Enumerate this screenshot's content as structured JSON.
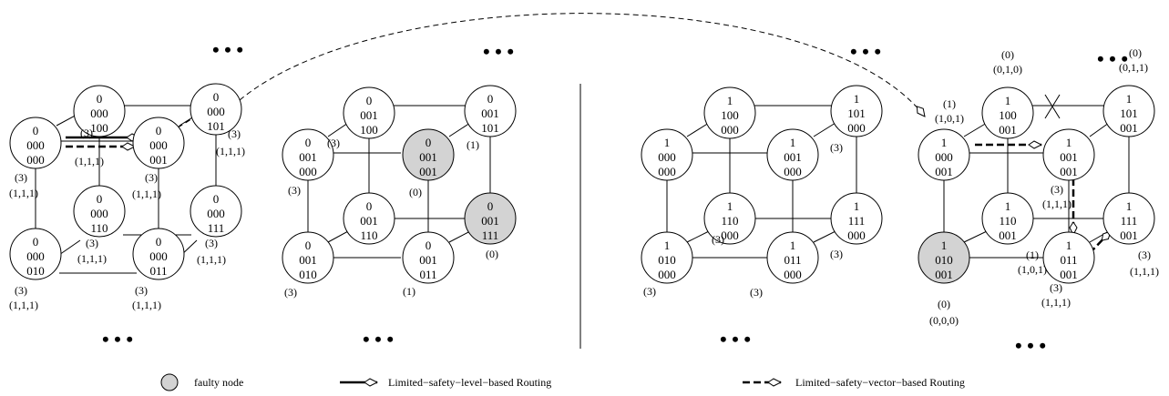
{
  "colors": {
    "faulty": "#d3d3d3",
    "normal": "#ffffff",
    "stroke": "#000000"
  },
  "cubes": [
    {
      "nodes": [
        {
          "id": "c1n100",
          "lines": [
            "0",
            "000",
            "100"
          ],
          "faulty": false
        },
        {
          "id": "c1n101",
          "lines": [
            "0",
            "000",
            "101"
          ],
          "faulty": false
        },
        {
          "id": "c1n000",
          "lines": [
            "0",
            "000",
            "000"
          ],
          "faulty": false
        },
        {
          "id": "c1n001",
          "lines": [
            "0",
            "000",
            "001"
          ],
          "faulty": false
        },
        {
          "id": "c1n110",
          "lines": [
            "0",
            "000",
            "110"
          ],
          "faulty": false
        },
        {
          "id": "c1n111",
          "lines": [
            "0",
            "000",
            "111"
          ],
          "faulty": false
        },
        {
          "id": "c1n010",
          "lines": [
            "0",
            "000",
            "010"
          ],
          "faulty": false
        },
        {
          "id": "c1n011",
          "lines": [
            "0",
            "000",
            "011"
          ],
          "faulty": false
        }
      ],
      "annotations": [
        "(3)",
        "(1,1,1)",
        "(3)",
        "(1,1,1)",
        "(3)",
        "(1,1,1)",
        "(3)",
        "(1,1,1)",
        "(3)",
        "(1,1,1)",
        "(3)",
        "(1,1,1)",
        "(3)",
        "(1,1,1)",
        "(3)",
        "(1,1,1)"
      ]
    },
    {
      "nodes": [
        {
          "id": "c2n100",
          "lines": [
            "0",
            "001",
            "100"
          ],
          "faulty": false
        },
        {
          "id": "c2n101",
          "lines": [
            "0",
            "001",
            "101"
          ],
          "faulty": false
        },
        {
          "id": "c2n000",
          "lines": [
            "0",
            "001",
            "000"
          ],
          "faulty": false
        },
        {
          "id": "c2n001",
          "lines": [
            "0",
            "001",
            "001"
          ],
          "faulty": true
        },
        {
          "id": "c2n110",
          "lines": [
            "0",
            "001",
            "110"
          ],
          "faulty": false
        },
        {
          "id": "c2n111",
          "lines": [
            "0",
            "001",
            "111"
          ],
          "faulty": true
        },
        {
          "id": "c2n010",
          "lines": [
            "0",
            "001",
            "010"
          ],
          "faulty": false
        },
        {
          "id": "c2n011",
          "lines": [
            "0",
            "001",
            "011"
          ],
          "faulty": false
        }
      ],
      "annotations": [
        "(3)",
        "(1)",
        "(3)",
        "(0)",
        "(0)",
        "(3)",
        "(1)"
      ]
    },
    {
      "nodes": [
        {
          "id": "c3n100",
          "lines": [
            "1",
            "100",
            "000"
          ],
          "faulty": false
        },
        {
          "id": "c3n101",
          "lines": [
            "1",
            "101",
            "000"
          ],
          "faulty": false
        },
        {
          "id": "c3n000",
          "lines": [
            "1",
            "000",
            "000"
          ],
          "faulty": false
        },
        {
          "id": "c3n001",
          "lines": [
            "1",
            "001",
            "000"
          ],
          "faulty": false
        },
        {
          "id": "c3n110",
          "lines": [
            "1",
            "110",
            "000"
          ],
          "faulty": false
        },
        {
          "id": "c3n111",
          "lines": [
            "1",
            "111",
            "000"
          ],
          "faulty": false
        },
        {
          "id": "c3n010",
          "lines": [
            "1",
            "010",
            "000"
          ],
          "faulty": false
        },
        {
          "id": "c3n011",
          "lines": [
            "1",
            "011",
            "000"
          ],
          "faulty": false
        }
      ],
      "annotations": [
        "(3)",
        "(3)",
        "(3)",
        "(3)",
        "(3)"
      ]
    },
    {
      "nodes": [
        {
          "id": "c4n100",
          "lines": [
            "1",
            "100",
            "001"
          ],
          "faulty": false
        },
        {
          "id": "c4n101",
          "lines": [
            "1",
            "101",
            "001"
          ],
          "faulty": false
        },
        {
          "id": "c4n000",
          "lines": [
            "1",
            "000",
            "001"
          ],
          "faulty": false
        },
        {
          "id": "c4n001",
          "lines": [
            "1",
            "001",
            "001"
          ],
          "faulty": false
        },
        {
          "id": "c4n110",
          "lines": [
            "1",
            "110",
            "001"
          ],
          "faulty": false
        },
        {
          "id": "c4n111",
          "lines": [
            "1",
            "111",
            "001"
          ],
          "faulty": false
        },
        {
          "id": "c4n010",
          "lines": [
            "1",
            "010",
            "001"
          ],
          "faulty": true
        },
        {
          "id": "c4n011",
          "lines": [
            "1",
            "011",
            "001"
          ],
          "faulty": false
        }
      ],
      "annotations": [
        "(0)",
        "(0,1,0)",
        "(0)",
        "(0,1,1)",
        "(1)",
        "(1,0,1)",
        "(3)",
        "(1,1,1)",
        "(1)",
        "(1,0,1)",
        "(0)",
        "(0,0,0)",
        "(3)",
        "(1,1,1)",
        "(3)",
        "(1,1,1)"
      ]
    }
  ],
  "ellipsis": "• • •",
  "legend": {
    "faulty_node": "faulty node",
    "level_routing": "Limited−safety−level−based Routing",
    "vector_routing": "Limited−safety−vector−based Routing"
  }
}
